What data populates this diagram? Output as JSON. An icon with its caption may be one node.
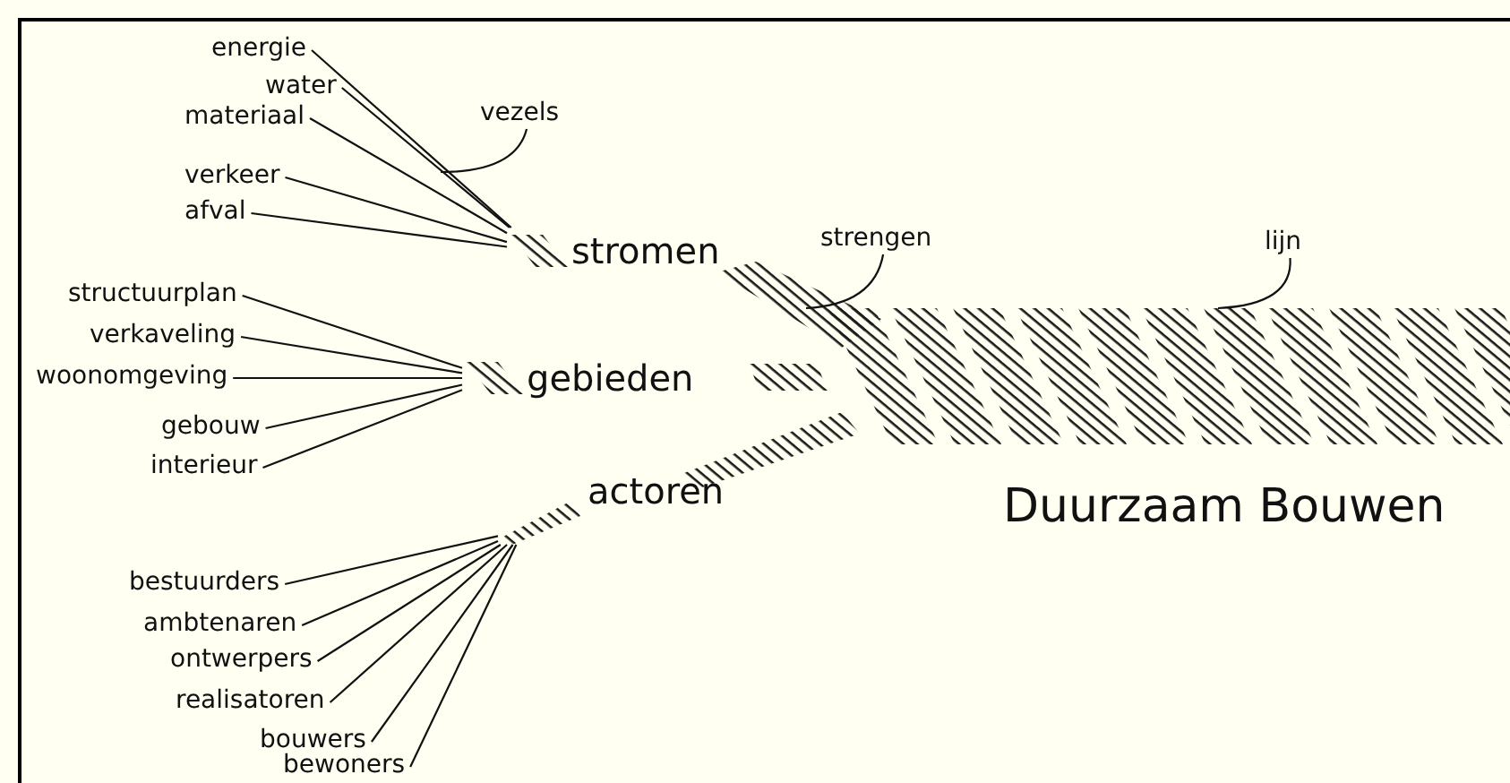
{
  "diagram": {
    "nodes": [
      {
        "text": [
          "energie"
        ]
      },
      {
        "text": [
          "water"
        ]
      },
      {
        "text": [
          "materiaal"
        ]
      },
      {
        "text": [
          "vezels"
        ]
      },
      {
        "text": [
          "verkeer"
        ]
      },
      {
        "text": [
          "afval"
        ]
      },
      {
        "text": [
          "stromen"
        ]
      },
      {
        "text": [
          "strengen"
        ]
      },
      {
        "text": [
          "lijn"
        ]
      },
      {
        "text": [
          "structuurplan"
        ]
      },
      {
        "text": [
          "verkaveling"
        ]
      },
      {
        "text": [
          "woonomgeving"
        ]
      },
      {
        "text": [
          "gebieden"
        ]
      },
      {
        "text": [
          "gebouw"
        ]
      },
      {
        "text": [
          "interieur"
        ]
      },
      {
        "text": [
          "actoren"
        ]
      },
      {
        "text": [
          "bestuurders"
        ]
      },
      {
        "text": [
          "ambtenaren"
        ]
      },
      {
        "text": [
          "ontwerpers"
        ]
      },
      {
        "text": [
          "realisatoren"
        ]
      },
      {
        "text": [
          "bouwers"
        ]
      },
      {
        "text": [
          "bewoners"
        ]
      }
    ],
    "edges": [
      {
        "from": 0,
        "to": 6,
        "arrow": "none"
      },
      {
        "from": 1,
        "to": 6,
        "arrow": "none"
      },
      {
        "from": 2,
        "to": 6,
        "arrow": "none"
      },
      {
        "from": 3,
        "to": null,
        "arrow": "none"
      },
      {
        "from": 4,
        "to": 6,
        "arrow": "none"
      },
      {
        "from": 5,
        "to": 6,
        "arrow": "none"
      },
      {
        "from": 7,
        "to": null,
        "arrow": "none"
      },
      {
        "from": 8,
        "to": null,
        "arrow": "none"
      },
      {
        "from": 9,
        "to": 12,
        "arrow": "none"
      },
      {
        "from": 10,
        "to": 12,
        "arrow": "none"
      },
      {
        "from": 11,
        "to": 12,
        "arrow": "none"
      },
      {
        "from": 13,
        "to": 12,
        "arrow": "none"
      },
      {
        "from": 14,
        "to": 12,
        "arrow": "none"
      },
      {
        "from": 16,
        "to": 15,
        "arrow": "none"
      },
      {
        "from": 17,
        "to": 15,
        "arrow": "none"
      },
      {
        "from": 18,
        "to": 15,
        "arrow": "none"
      },
      {
        "from": 19,
        "to": 15,
        "arrow": "none"
      },
      {
        "from": 20,
        "to": 15,
        "arrow": "none"
      },
      {
        "from": 21,
        "to": 15,
        "arrow": "none"
      }
    ],
    "labels": [
      "Duurzaam Bouwen"
    ]
  }
}
